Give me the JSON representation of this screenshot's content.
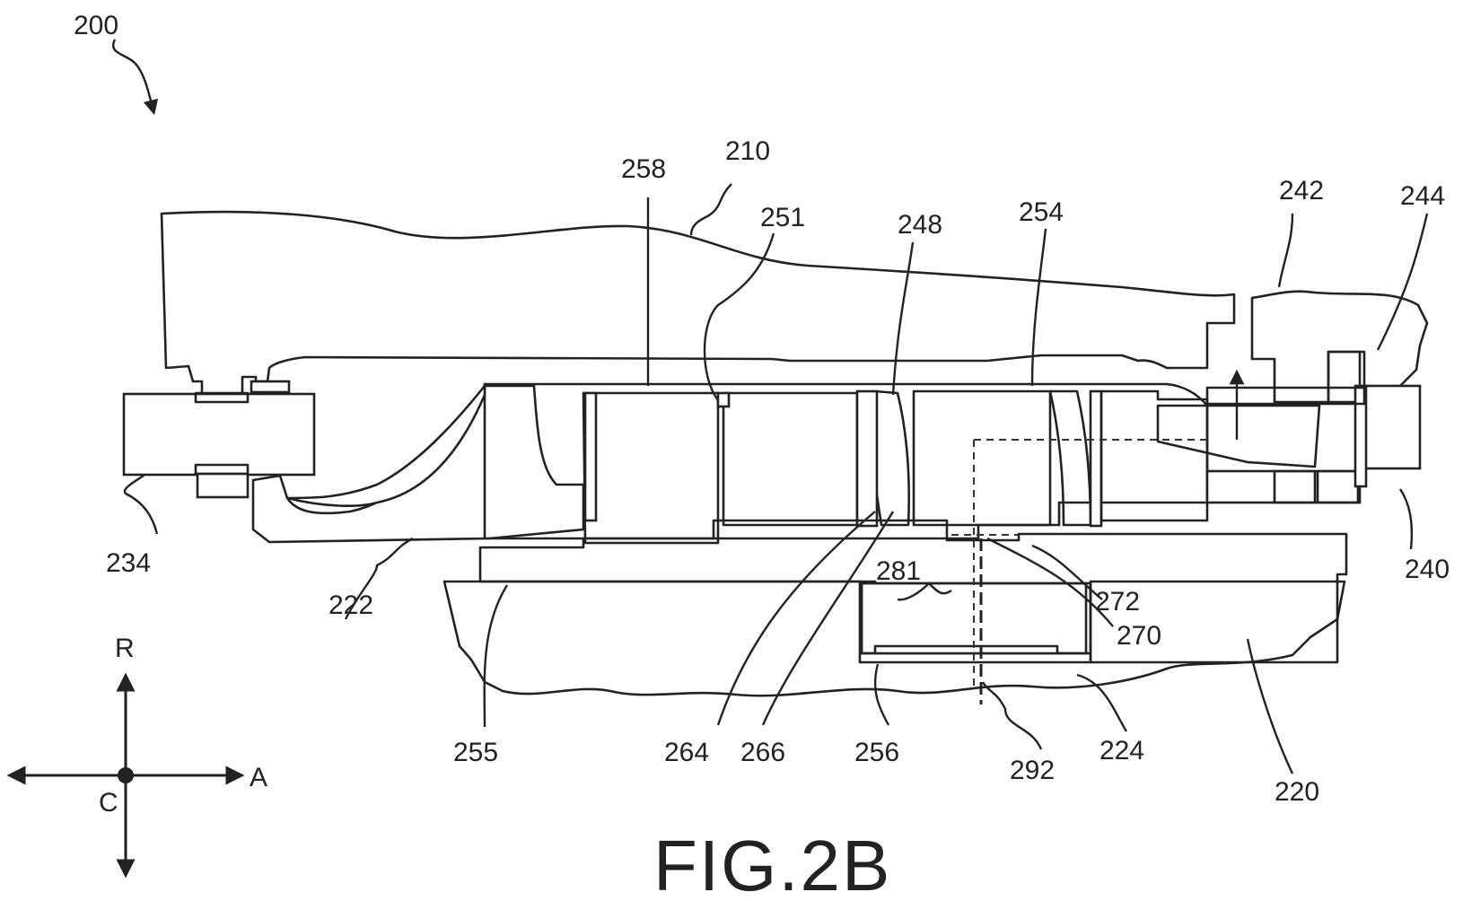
{
  "figure": {
    "title": "FIG.2B",
    "assembly_number": "200"
  },
  "reference_numerals": {
    "n210": "210",
    "n258": "258",
    "n251": "251",
    "n248": "248",
    "n254": "254",
    "n242": "242",
    "n244": "244",
    "n234": "234",
    "n222": "222",
    "n240": "240",
    "n281": "281",
    "n272": "272",
    "n270": "270",
    "n255": "255",
    "n264": "264",
    "n266": "266",
    "n256": "256",
    "n292": "292",
    "n224": "224",
    "n220": "220"
  },
  "axes": {
    "radial": "R",
    "axial": "A",
    "circumferential": "C"
  }
}
